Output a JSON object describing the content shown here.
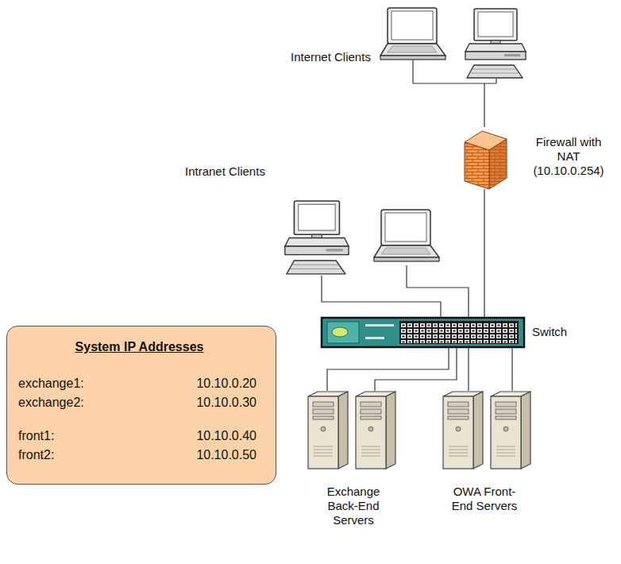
{
  "diagram": {
    "nodes": [
      {
        "text": [
          "Internet Clients"
        ]
      },
      {
        "text": [
          "Firewall with NAT (10.10.0.254)"
        ]
      },
      {
        "text": [
          "Intranet Clients"
        ]
      },
      {
        "text": [
          "Switch"
        ]
      },
      {
        "text": [
          "Exchange Back-End Servers"
        ]
      },
      {
        "text": [
          "OWA Front-End Servers"
        ]
      },
      {
        "text": [
          "System IP Addresses",
          "exchange1:",
          "10.10.0.20",
          "exchange2:",
          "10.10.0.30",
          "front1:",
          "10.10.0.40",
          "front2:",
          "10.10.0.50"
        ]
      }
    ],
    "edges": [
      {
        "from": 0,
        "to": 1,
        "arrow": "none"
      },
      {
        "from": 1,
        "to": 3,
        "arrow": "none"
      },
      {
        "from": 2,
        "to": 3,
        "arrow": "none"
      },
      {
        "from": 2,
        "to": 3,
        "arrow": "none"
      },
      {
        "from": 3,
        "to": 4,
        "arrow": "none"
      },
      {
        "from": 3,
        "to": 4,
        "arrow": "none"
      },
      {
        "from": 3,
        "to": 5,
        "arrow": "none"
      },
      {
        "from": 3,
        "to": 5,
        "arrow": "none"
      }
    ]
  }
}
